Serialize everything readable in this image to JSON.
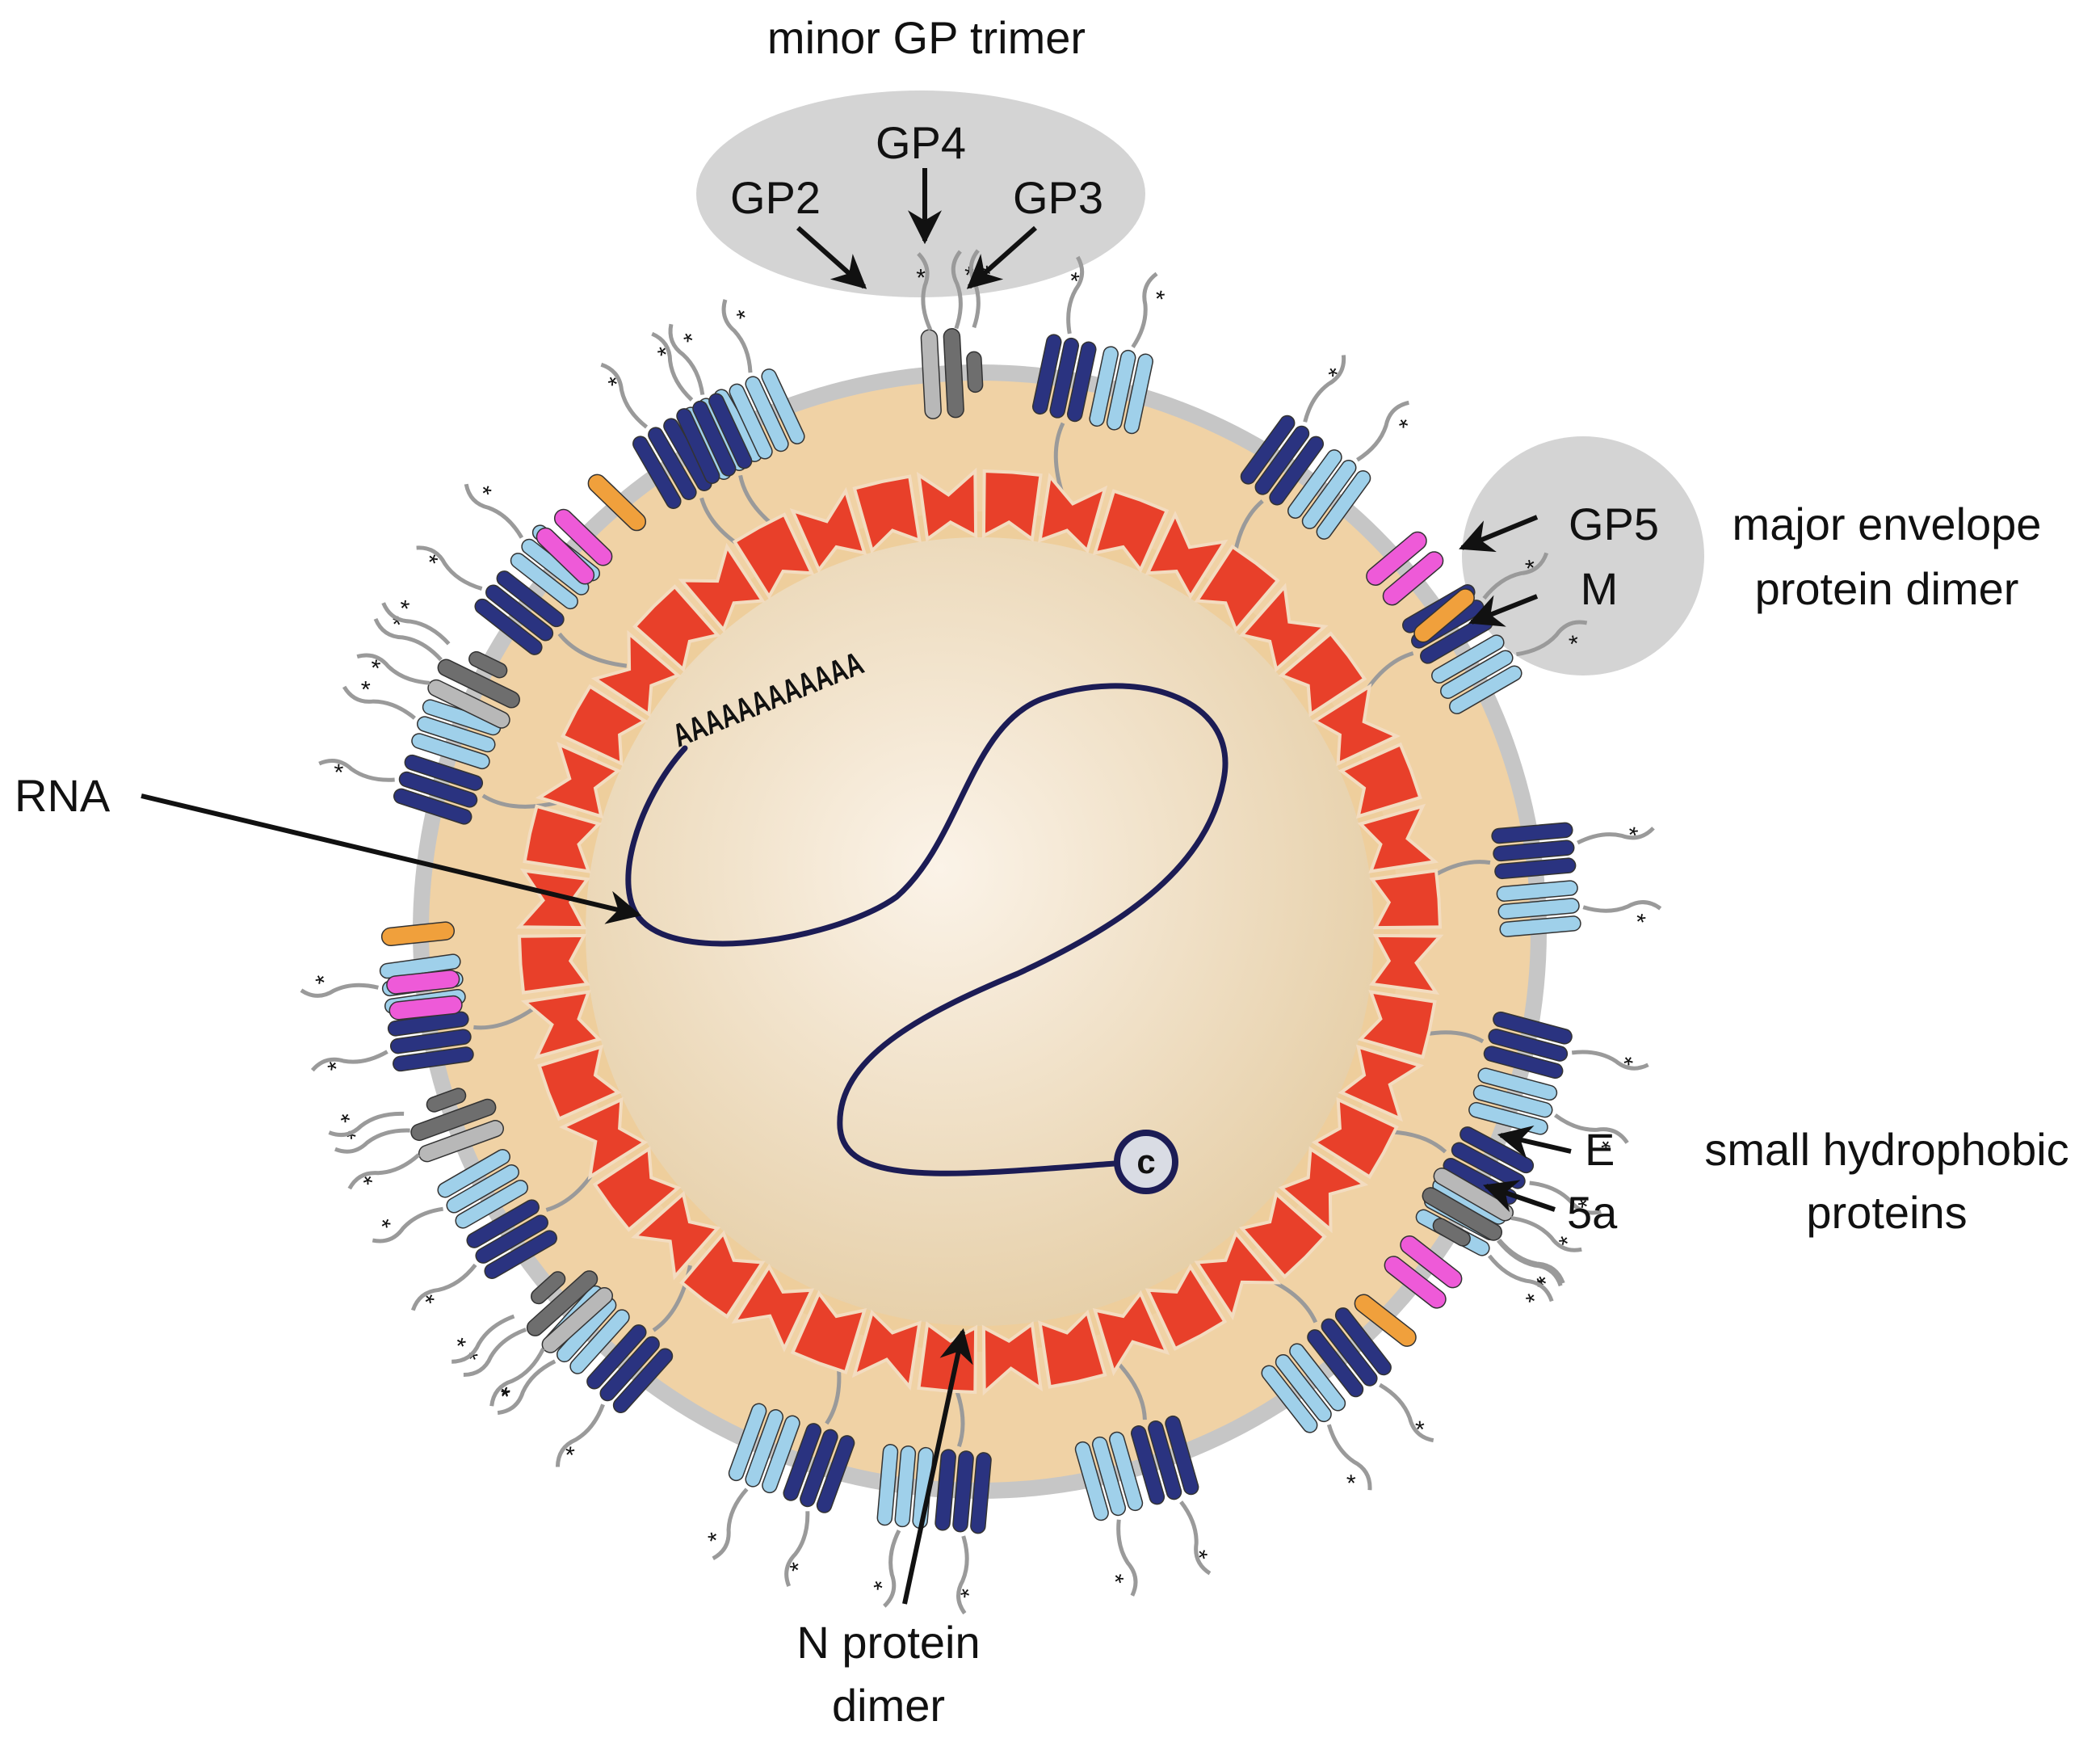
{
  "labels": {
    "minor_gp_trimer": "minor GP trimer",
    "gp2": "GP2",
    "gp3": "GP3",
    "gp4": "GP4",
    "gp5": "GP5",
    "m": "M",
    "major_envelope_line1": "major envelope",
    "major_envelope_line2": "protein dimer",
    "rna": "RNA",
    "e": "E",
    "five_a": "5a",
    "small_hydrophobic_line1": "small hydrophobic",
    "small_hydrophobic_line2": "proteins",
    "n_protein_line1": "N protein",
    "n_protein_line2": "dimer",
    "poly_a": "AAAAAAAAAAAA",
    "cap": "c"
  },
  "colors": {
    "envelope": "#c8c8c8",
    "interior": "#f0d2a5",
    "core": "#efe0c8",
    "nucleocapsid": "#e8402a",
    "rna_strand": "#1c1c55",
    "gp5_dark": "#2a3380",
    "m_light": "#9fd0ea",
    "gp_minor_light": "#b8b8b8",
    "gp_minor_dark": "#6e6e6e",
    "e_protein": "#ee5ad8",
    "protein_5a": "#f0a03c",
    "callout_bubble": "#d4d4d4"
  }
}
